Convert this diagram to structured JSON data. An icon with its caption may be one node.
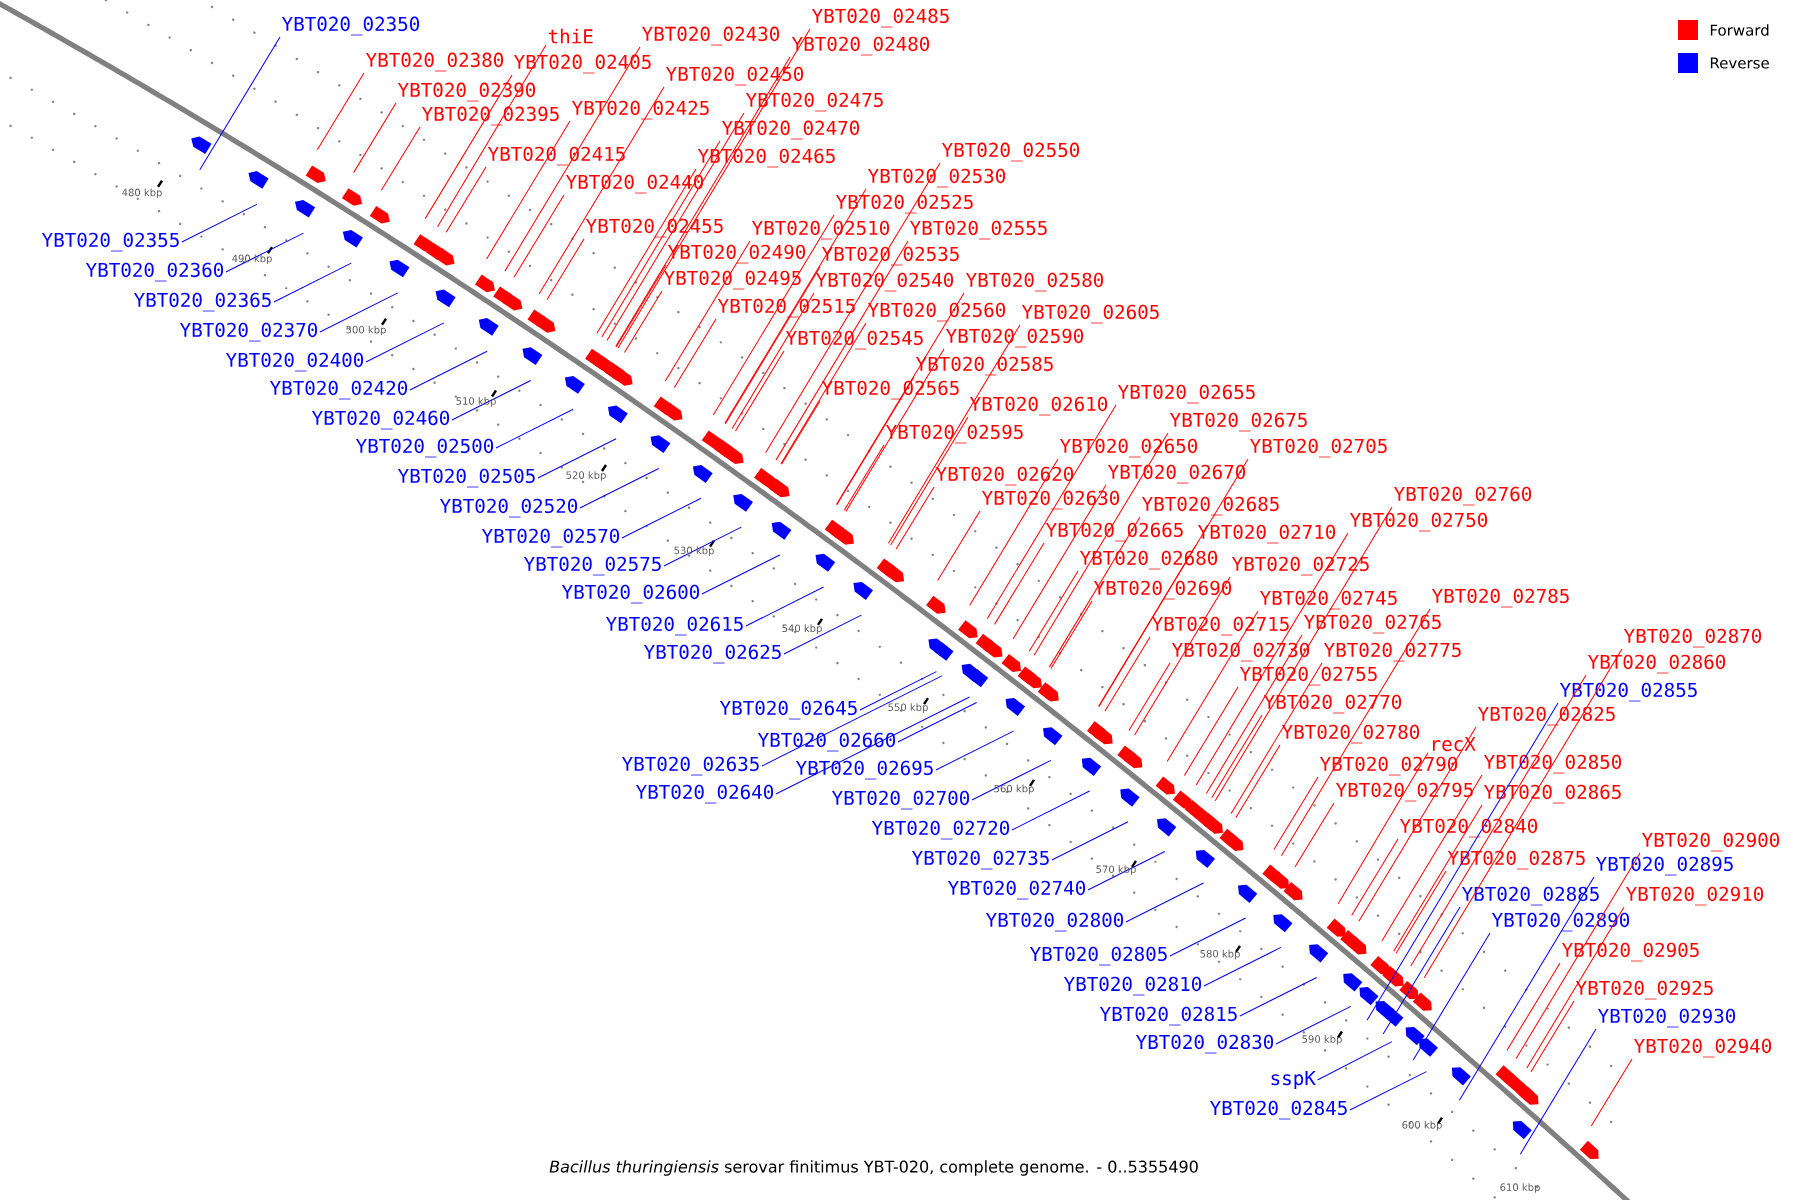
{
  "diagram": {
    "caption": "*Bacillus thuringiensis* serovar finitimus YBT-020, complete genome. - 0..5355490",
    "nodes": [
      {
        "text": [
          "thiE"
        ]
      },
      {
        "text": [
          "YBT020_02430"
        ]
      },
      {
        "text": [
          "YBT020_02485"
        ]
      },
      {
        "text": [
          "YBT020_02480"
        ]
      },
      {
        "text": [
          "YBT020_02380"
        ]
      },
      {
        "text": [
          "YBT020_02405"
        ]
      },
      {
        "text": [
          "YBT020_02450"
        ]
      },
      {
        "text": [
          "YBT020_02390"
        ]
      },
      {
        "text": [
          "YBT020_02395"
        ]
      },
      {
        "text": [
          "YBT020_02425"
        ]
      },
      {
        "text": [
          "YBT020_02475"
        ]
      },
      {
        "text": [
          "YBT020_02470"
        ]
      },
      {
        "text": [
          "YBT020_02465"
        ]
      },
      {
        "text": [
          "YBT020_02415"
        ]
      },
      {
        "text": [
          "YBT020_02440"
        ]
      },
      {
        "text": [
          "YBT020_02455"
        ]
      },
      {
        "text": [
          "YBT020_02550"
        ]
      },
      {
        "text": [
          "YBT020_02530"
        ]
      },
      {
        "text": [
          "YBT020_02525"
        ]
      },
      {
        "text": [
          "YBT020_02510"
        ]
      },
      {
        "text": [
          "YBT020_02555"
        ]
      },
      {
        "text": [
          "YBT020_02490"
        ]
      },
      {
        "text": [
          "YBT020_02535"
        ]
      },
      {
        "text": [
          "YBT020_02495"
        ]
      },
      {
        "text": [
          "YBT020_02540"
        ]
      },
      {
        "text": [
          "YBT020_02580"
        ]
      },
      {
        "text": [
          "YBT020_02515"
        ]
      },
      {
        "text": [
          "YBT020_02560"
        ]
      },
      {
        "text": [
          "YBT020_02605"
        ]
      },
      {
        "text": [
          "YBT020_02545"
        ]
      },
      {
        "text": [
          "YBT020_02590"
        ]
      },
      {
        "text": [
          "YBT020_02585"
        ]
      },
      {
        "text": [
          "YBT020_02565"
        ]
      },
      {
        "text": [
          "YBT020_02610"
        ]
      },
      {
        "text": [
          "YBT020_02655"
        ]
      },
      {
        "text": [
          "YBT020_02595"
        ]
      },
      {
        "text": [
          "YBT020_02675"
        ]
      },
      {
        "text": [
          "YBT020_02650"
        ]
      },
      {
        "text": [
          "YBT020_02705"
        ]
      },
      {
        "text": [
          "YBT020_02670"
        ]
      },
      {
        "text": [
          "YBT020_02620"
        ]
      },
      {
        "text": [
          "YBT020_02630"
        ]
      },
      {
        "text": [
          "YBT020_02685"
        ]
      },
      {
        "text": [
          "YBT020_02760"
        ]
      },
      {
        "text": [
          "YBT020_02665"
        ]
      },
      {
        "text": [
          "YBT020_02710"
        ]
      },
      {
        "text": [
          "YBT020_02750"
        ]
      },
      {
        "text": [
          "YBT020_02680"
        ]
      },
      {
        "text": [
          "YBT020_02725"
        ]
      },
      {
        "text": [
          "YBT020_02690"
        ]
      },
      {
        "text": [
          "YBT020_02745"
        ]
      },
      {
        "text": [
          "YBT020_02785"
        ]
      },
      {
        "text": [
          "YBT020_02715"
        ]
      },
      {
        "text": [
          "YBT020_02765"
        ]
      },
      {
        "text": [
          "YBT020_02730"
        ]
      },
      {
        "text": [
          "YBT020_02775"
        ]
      },
      {
        "text": [
          "YBT020_02755"
        ]
      },
      {
        "text": [
          "YBT020_02870"
        ]
      },
      {
        "text": [
          "YBT020_02860"
        ]
      },
      {
        "text": [
          "YBT020_02770"
        ]
      },
      {
        "text": [
          "YBT020_02825"
        ]
      },
      {
        "text": [
          "recX"
        ]
      },
      {
        "text": [
          "YBT020_02780"
        ]
      },
      {
        "text": [
          "YBT020_02790"
        ]
      },
      {
        "text": [
          "YBT020_02850"
        ]
      },
      {
        "text": [
          "YBT020_02795"
        ]
      },
      {
        "text": [
          "YBT020_02865"
        ]
      },
      {
        "text": [
          "YBT020_02840"
        ]
      },
      {
        "text": [
          "YBT020_02875"
        ]
      },
      {
        "text": [
          "YBT020_02900"
        ]
      },
      {
        "text": [
          "YBT020_02910"
        ]
      },
      {
        "text": [
          "YBT020_02905"
        ]
      },
      {
        "text": [
          "YBT020_02925"
        ]
      },
      {
        "text": [
          "YBT020_02940"
        ]
      },
      {
        "text": [
          "YBT020_02350"
        ]
      },
      {
        "text": [
          "YBT020_02355"
        ]
      },
      {
        "text": [
          "YBT020_02360"
        ]
      },
      {
        "text": [
          "YBT020_02365"
        ]
      },
      {
        "text": [
          "YBT020_02370"
        ]
      },
      {
        "text": [
          "YBT020_02400"
        ]
      },
      {
        "text": [
          "YBT020_02420"
        ]
      },
      {
        "text": [
          "YBT020_02460"
        ]
      },
      {
        "text": [
          "YBT020_02500"
        ]
      },
      {
        "text": [
          "YBT020_02505"
        ]
      },
      {
        "text": [
          "YBT020_02520"
        ]
      },
      {
        "text": [
          "YBT020_02570"
        ]
      },
      {
        "text": [
          "YBT020_02575"
        ]
      },
      {
        "text": [
          "YBT020_02600"
        ]
      },
      {
        "text": [
          "YBT020_02615"
        ]
      },
      {
        "text": [
          "YBT020_02625"
        ]
      },
      {
        "text": [
          "YBT020_02645"
        ]
      },
      {
        "text": [
          "YBT020_02660"
        ]
      },
      {
        "text": [
          "YBT020_02635"
        ]
      },
      {
        "text": [
          "YBT020_02695"
        ]
      },
      {
        "text": [
          "YBT020_02640"
        ]
      },
      {
        "text": [
          "YBT020_02700"
        ]
      },
      {
        "text": [
          "YBT020_02720"
        ]
      },
      {
        "text": [
          "YBT020_02735"
        ]
      },
      {
        "text": [
          "YBT020_02740"
        ]
      },
      {
        "text": [
          "YBT020_02800"
        ]
      },
      {
        "text": [
          "YBT020_02805"
        ]
      },
      {
        "text": [
          "YBT020_02810"
        ]
      },
      {
        "text": [
          "YBT020_02815"
        ]
      },
      {
        "text": [
          "YBT020_02830"
        ]
      },
      {
        "text": [
          "sspK"
        ]
      },
      {
        "text": [
          "YBT020_02845"
        ]
      },
      {
        "text": [
          "YBT020_02855"
        ]
      },
      {
        "text": [
          "YBT020_02885"
        ]
      },
      {
        "text": [
          "YBT020_02890"
        ]
      },
      {
        "text": [
          "YBT020_02895"
        ]
      },
      {
        "text": [
          "YBT020_02930"
        ]
      }
    ],
    "edges": [
      {
        "from": 0,
        "to": null,
        "arrow": "none"
      },
      {
        "from": 1,
        "to": null,
        "arrow": "none"
      },
      {
        "from": 2,
        "to": null,
        "arrow": "none"
      },
      {
        "from": 3,
        "to": null,
        "arrow": "none"
      },
      {
        "from": 4,
        "to": null,
        "arrow": "none"
      },
      {
        "from": 5,
        "to": null,
        "arrow": "none"
      },
      {
        "from": 6,
        "to": null,
        "arrow": "none"
      },
      {
        "from": 7,
        "to": null,
        "arrow": "none"
      },
      {
        "from": 8,
        "to": null,
        "arrow": "none"
      },
      {
        "from": 9,
        "to": null,
        "arrow": "none"
      },
      {
        "from": 10,
        "to": null,
        "arrow": "none"
      },
      {
        "from": 11,
        "to": null,
        "arrow": "none"
      },
      {
        "from": 12,
        "to": null,
        "arrow": "none"
      },
      {
        "from": 13,
        "to": null,
        "arrow": "none"
      },
      {
        "from": 14,
        "to": null,
        "arrow": "none"
      },
      {
        "from": 15,
        "to": null,
        "arrow": "none"
      },
      {
        "from": 16,
        "to": null,
        "arrow": "none"
      },
      {
        "from": 17,
        "to": null,
        "arrow": "none"
      },
      {
        "from": 18,
        "to": null,
        "arrow": "none"
      },
      {
        "from": 19,
        "to": null,
        "arrow": "none"
      },
      {
        "from": 20,
        "to": null,
        "arrow": "none"
      },
      {
        "from": 21,
        "to": null,
        "arrow": "none"
      },
      {
        "from": 22,
        "to": null,
        "arrow": "none"
      },
      {
        "from": 23,
        "to": null,
        "arrow": "none"
      },
      {
        "from": 24,
        "to": null,
        "arrow": "none"
      },
      {
        "from": 25,
        "to": null,
        "arrow": "none"
      },
      {
        "from": 26,
        "to": null,
        "arrow": "none"
      },
      {
        "from": 27,
        "to": null,
        "arrow": "none"
      },
      {
        "from": 28,
        "to": null,
        "arrow": "none"
      },
      {
        "from": 29,
        "to": null,
        "arrow": "none"
      },
      {
        "from": 30,
        "to": null,
        "arrow": "none"
      },
      {
        "from": 31,
        "to": null,
        "arrow": "none"
      },
      {
        "from": 32,
        "to": null,
        "arrow": "none"
      },
      {
        "from": 33,
        "to": null,
        "arrow": "none"
      },
      {
        "from": 34,
        "to": null,
        "arrow": "none"
      },
      {
        "from": 35,
        "to": null,
        "arrow": "none"
      },
      {
        "from": 36,
        "to": null,
        "arrow": "none"
      },
      {
        "from": 37,
        "to": null,
        "arrow": "none"
      },
      {
        "from": 38,
        "to": null,
        "arrow": "none"
      },
      {
        "from": 39,
        "to": null,
        "arrow": "none"
      },
      {
        "from": 40,
        "to": null,
        "arrow": "none"
      },
      {
        "from": 41,
        "to": null,
        "arrow": "none"
      },
      {
        "from": 42,
        "to": null,
        "arrow": "none"
      },
      {
        "from": 43,
        "to": null,
        "arrow": "none"
      },
      {
        "from": 44,
        "to": null,
        "arrow": "none"
      },
      {
        "from": 45,
        "to": null,
        "arrow": "none"
      },
      {
        "from": 46,
        "to": null,
        "arrow": "none"
      },
      {
        "from": 47,
        "to": null,
        "arrow": "none"
      },
      {
        "from": 48,
        "to": null,
        "arrow": "none"
      },
      {
        "from": 49,
        "to": null,
        "arrow": "none"
      },
      {
        "from": 50,
        "to": null,
        "arrow": "none"
      },
      {
        "from": 51,
        "to": null,
        "arrow": "none"
      },
      {
        "from": 52,
        "to": null,
        "arrow": "none"
      },
      {
        "from": 53,
        "to": null,
        "arrow": "none"
      },
      {
        "from": 54,
        "to": null,
        "arrow": "none"
      },
      {
        "from": 55,
        "to": null,
        "arrow": "none"
      },
      {
        "from": 56,
        "to": null,
        "arrow": "none"
      },
      {
        "from": 57,
        "to": null,
        "arrow": "none"
      },
      {
        "from": 58,
        "to": null,
        "arrow": "none"
      },
      {
        "from": 59,
        "to": null,
        "arrow": "none"
      },
      {
        "from": 60,
        "to": null,
        "arrow": "none"
      },
      {
        "from": 61,
        "to": null,
        "arrow": "none"
      },
      {
        "from": 62,
        "to": null,
        "arrow": "none"
      },
      {
        "from": 63,
        "to": null,
        "arrow": "none"
      },
      {
        "from": 64,
        "to": null,
        "arrow": "none"
      },
      {
        "from": 65,
        "to": null,
        "arrow": "none"
      },
      {
        "from": 66,
        "to": null,
        "arrow": "none"
      },
      {
        "from": 67,
        "to": null,
        "arrow": "none"
      },
      {
        "from": 68,
        "to": null,
        "arrow": "none"
      },
      {
        "from": 69,
        "to": null,
        "arrow": "none"
      },
      {
        "from": 70,
        "to": null,
        "arrow": "none"
      },
      {
        "from": 71,
        "to": null,
        "arrow": "none"
      },
      {
        "from": 72,
        "to": null,
        "arrow": "none"
      },
      {
        "from": 73,
        "to": null,
        "arrow": "none"
      },
      {
        "from": 74,
        "to": null,
        "arrow": "none",
        "color": "#0000ff"
      },
      {
        "from": 75,
        "to": null,
        "arrow": "none",
        "color": "#0000ff"
      },
      {
        "from": 76,
        "to": null,
        "arrow": "none",
        "color": "#0000ff"
      },
      {
        "from": 77,
        "to": null,
        "arrow": "none",
        "color": "#0000ff"
      },
      {
        "from": 78,
        "to": null,
        "arrow": "none",
        "color": "#0000ff"
      },
      {
        "from": 79,
        "to": null,
        "arrow": "none",
        "color": "#0000ff"
      },
      {
        "from": 80,
        "to": null,
        "arrow": "none",
        "color": "#0000ff"
      },
      {
        "from": 81,
        "to": null,
        "arrow": "none",
        "color": "#0000ff"
      },
      {
        "from": 82,
        "to": null,
        "arrow": "none",
        "color": "#0000ff"
      },
      {
        "from": 83,
        "to": null,
        "arrow": "none",
        "color": "#0000ff"
      },
      {
        "from": 84,
        "to": null,
        "arrow": "none",
        "color": "#0000ff"
      },
      {
        "from": 85,
        "to": null,
        "arrow": "none",
        "color": "#0000ff"
      },
      {
        "from": 86,
        "to": null,
        "arrow": "none",
        "color": "#0000ff"
      },
      {
        "from": 87,
        "to": null,
        "arrow": "none",
        "color": "#0000ff"
      },
      {
        "from": 88,
        "to": null,
        "arrow": "none",
        "color": "#0000ff"
      },
      {
        "from": 89,
        "to": null,
        "arrow": "none",
        "color": "#0000ff"
      },
      {
        "from": 90,
        "to": null,
        "arrow": "none",
        "color": "#0000ff"
      },
      {
        "from": 91,
        "to": null,
        "arrow": "none",
        "color": "#0000ff"
      },
      {
        "from": 92,
        "to": null,
        "arrow": "none",
        "color": "#0000ff"
      },
      {
        "from": 93,
        "to": null,
        "arrow": "none",
        "color": "#0000ff"
      },
      {
        "from": 94,
        "to": null,
        "arrow": "none",
        "color": "#0000ff"
      },
      {
        "from": 95,
        "to": null,
        "arrow": "none",
        "color": "#0000ff"
      },
      {
        "from": 96,
        "to": null,
        "arrow": "none",
        "color": "#0000ff"
      },
      {
        "from": 97,
        "to": null,
        "arrow": "none",
        "color": "#0000ff"
      },
      {
        "from": 98,
        "to": null,
        "arrow": "none",
        "color": "#0000ff"
      },
      {
        "from": 99,
        "to": null,
        "arrow": "none",
        "color": "#0000ff"
      },
      {
        "from": 100,
        "to": null,
        "arrow": "none",
        "color": "#0000ff"
      },
      {
        "from": 101,
        "to": null,
        "arrow": "none",
        "color": "#0000ff"
      },
      {
        "from": 102,
        "to": null,
        "arrow": "none",
        "color": "#0000ff"
      },
      {
        "from": 103,
        "to": null,
        "arrow": "none",
        "color": "#0000ff"
      },
      {
        "from": 104,
        "to": null,
        "arrow": "none",
        "color": "#0000ff"
      },
      {
        "from": 105,
        "to": null,
        "arrow": "none",
        "color": "#0000ff"
      },
      {
        "from": 106,
        "to": null,
        "arrow": "none",
        "color": "#0000ff"
      },
      {
        "from": 107,
        "to": null,
        "arrow": "none",
        "color": "#0000ff"
      },
      {
        "from": 108,
        "to": null,
        "arrow": "none",
        "color": "#0000ff"
      },
      {
        "from": 109,
        "to": null,
        "arrow": "none",
        "color": "#0000ff"
      },
      {
        "from": 110,
        "to": null,
        "arrow": "none",
        "color": "#0000ff"
      }
    ],
    "labels": [
      "480 kbp",
      "490 kbp",
      "500 kbp",
      "510 kbp",
      "520 kbp",
      "530 kbp",
      "540 kbp",
      "550 kbp",
      "560 kbp",
      "570 kbp",
      "580 kbp",
      "590 kbp",
      "600 kbp",
      "610 kbp"
    ],
    "legend": [
      {
        "text": "Forward",
        "color": "#ff0000"
      },
      {
        "text": "Reverse",
        "color": "#0000ff"
      }
    ]
  }
}
